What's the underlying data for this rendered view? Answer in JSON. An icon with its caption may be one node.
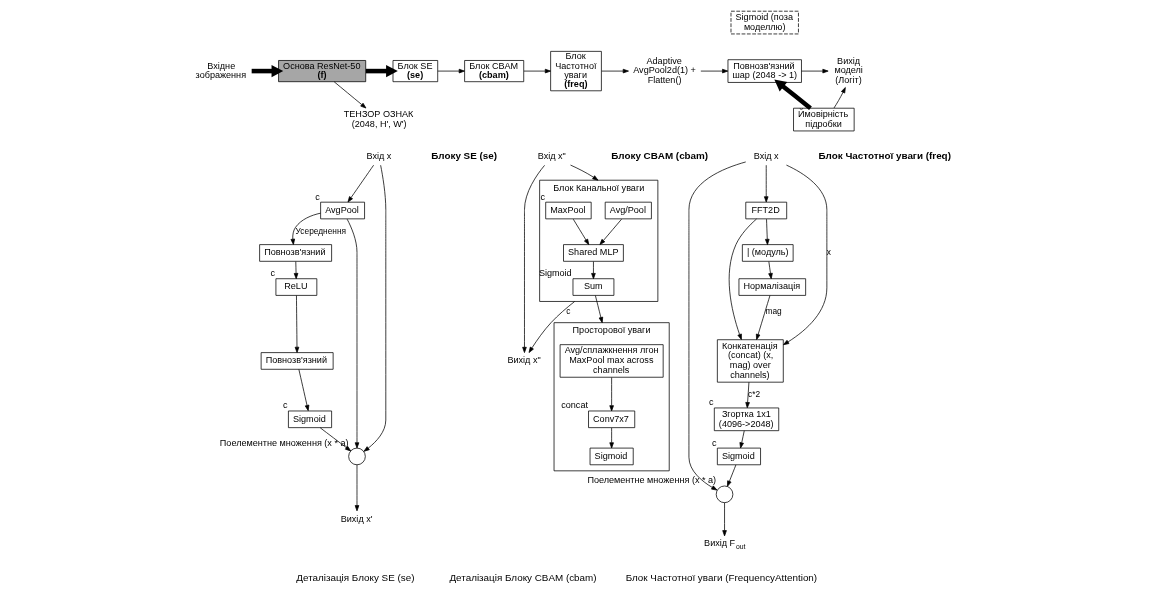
{
  "diagram": {
    "nodes": [
      {
        "text": [
          "Вхідне зображення"
        ]
      },
      {
        "text": [
          "Основа ResNet-50",
          "(f)"
        ]
      },
      {
        "text": [
          "ТЕНЗОР ОЗНАК (2048, H', W')"
        ]
      },
      {
        "text": [
          "Блок SE",
          "(se)"
        ]
      },
      {
        "text": [
          "Блок CBAM",
          "(cbam)"
        ]
      },
      {
        "text": [
          "Блок Частотної уваги",
          "(freq)"
        ]
      },
      {
        "text": [
          "Adaptive AvgPool2d(1) + Flatten()"
        ]
      },
      {
        "text": [
          "Повнозв'язний шар (2048 -> 1)"
        ]
      },
      {
        "text": [
          "Sigmoid (поза моделлю)"
        ]
      },
      {
        "text": [
          "Вихід моделі (Логіт)"
        ]
      },
      {
        "text": [
          "Ймовірність підробки"
        ]
      },
      {
        "text": [
          "Вхід x"
        ]
      },
      {
        "text": [
          "AvgPool"
        ],
        "beside": [
          "c"
        ]
      },
      {
        "text": [
          "Повнозв'язний"
        ]
      },
      {
        "text": [
          "ReLU"
        ],
        "beside": [
          "c"
        ]
      },
      {
        "text": [
          "Повнозв'язний"
        ]
      },
      {
        "text": [
          "Sigmoid"
        ],
        "beside": [
          "c"
        ]
      },
      {
        "text": [],
        "shape": "circle",
        "beside": [
          "Поелементне множення (x * a)"
        ]
      },
      {
        "text": [
          "Вихід x'"
        ]
      },
      {
        "text": [
          "Вхід x\""
        ]
      },
      {
        "text": [
          "Блок Канальної уваги"
        ]
      },
      {
        "text": [
          "Avg/Pool"
        ],
        "in": 20
      },
      {
        "text": [
          "MaxPool"
        ],
        "in": 20,
        "beside": [
          "c"
        ]
      },
      {
        "text": [
          "Shared MLP"
        ],
        "in": 20
      },
      {
        "text": [
          "Sum"
        ],
        "in": 20,
        "beside": [
          "Sigmoid"
        ]
      },
      {
        "text": [
          "Просторової уваги"
        ]
      },
      {
        "text": [
          "Avg/сплажкнення лгон MaxPool max across channels"
        ],
        "in": 25
      },
      {
        "text": [
          "Conv7x7"
        ],
        "in": 25,
        "beside": [
          "concat"
        ]
      },
      {
        "text": [
          "Sigmoid"
        ],
        "in": 25
      },
      {
        "text": [
          "Вихід x\""
        ]
      },
      {
        "text": [
          "Вхід x"
        ]
      },
      {
        "text": [
          "FFT2D"
        ]
      },
      {
        "text": [
          "| (модуль)"
        ]
      },
      {
        "text": [
          "Нормалізація"
        ]
      },
      {
        "text": [
          "Конкатенація (concat) (x, mag) over channels)"
        ]
      },
      {
        "text": [
          "Згортка 1x1 (4096->2048)"
        ],
        "beside": [
          "c"
        ]
      },
      {
        "text": [
          "Sigmoid"
        ],
        "beside": [
          "c"
        ]
      },
      {
        "text": [],
        "shape": "circle",
        "beside": [
          "Поелементне множення (x * a)"
        ]
      },
      {
        "text": [
          "Вихід F$_{out}$"
        ]
      }
    ],
    "edges": [
      {
        "from": 0,
        "to": 1,
        "arrow": "to",
        "style": "thick"
      },
      {
        "from": 1,
        "to": 2,
        "arrow": "to"
      },
      {
        "from": 1,
        "to": 3,
        "arrow": "to",
        "style": "thick"
      },
      {
        "from": 3,
        "to": 4,
        "arrow": "to"
      },
      {
        "from": 4,
        "to": 5,
        "arrow": "to"
      },
      {
        "from": 5,
        "to": 6,
        "arrow": "to"
      },
      {
        "from": 6,
        "to": 7,
        "arrow": "to"
      },
      {
        "from": 7,
        "to": 9,
        "arrow": "to"
      },
      {
        "from": 10,
        "to": 9,
        "arrow": "to"
      },
      {
        "from": 10,
        "to": 7,
        "arrow": "to",
        "style": "thick"
      },
      {
        "from": 11,
        "to": 12,
        "arrow": "to"
      },
      {
        "from": 12,
        "to": 13,
        "arrow": "to",
        "label": "Усереднення"
      },
      {
        "from": 13,
        "to": 14,
        "arrow": "to"
      },
      {
        "from": 14,
        "to": 15,
        "arrow": "to"
      },
      {
        "from": 15,
        "to": 16,
        "arrow": "to"
      },
      {
        "from": 16,
        "to": 17,
        "arrow": "to"
      },
      {
        "from": 11,
        "to": 17,
        "arrow": "to"
      },
      {
        "from": 12,
        "to": 17,
        "arrow": "to"
      },
      {
        "from": 17,
        "to": 18,
        "arrow": "to"
      },
      {
        "from": 19,
        "to": 20,
        "arrow": "to"
      },
      {
        "from": 21,
        "to": 23,
        "arrow": "to"
      },
      {
        "from": 22,
        "to": 23,
        "arrow": "to"
      },
      {
        "from": 23,
        "to": 24,
        "arrow": "to"
      },
      {
        "from": 24,
        "to": 25,
        "arrow": "to"
      },
      {
        "from": 26,
        "to": 27,
        "arrow": "to"
      },
      {
        "from": 27,
        "to": 28,
        "arrow": "to"
      },
      {
        "from": 19,
        "to": 29,
        "arrow": "to"
      },
      {
        "from": 20,
        "to": 29,
        "arrow": "to",
        "label": "c"
      },
      {
        "from": 30,
        "to": 31,
        "arrow": "to"
      },
      {
        "from": 31,
        "to": 32,
        "arrow": "to"
      },
      {
        "from": 32,
        "to": 33,
        "arrow": "to"
      },
      {
        "from": 33,
        "to": 34,
        "arrow": "to",
        "label": "mag"
      },
      {
        "from": 31,
        "to": 34,
        "arrow": "to"
      },
      {
        "from": 30,
        "to": 34,
        "arrow": "to",
        "label": "x"
      },
      {
        "from": 34,
        "to": 35,
        "arrow": "to",
        "label": "c*2"
      },
      {
        "from": 35,
        "to": 36,
        "arrow": "to"
      },
      {
        "from": 36,
        "to": 37,
        "arrow": "to"
      },
      {
        "from": 30,
        "to": 37,
        "arrow": "to"
      },
      {
        "from": 37,
        "to": 38,
        "arrow": "to"
      }
    ],
    "labels": [
      "Блоку SE (se)",
      "Блоку CBAM (cbam)",
      "Блок Частотної уваги (freq)",
      "Деталізація Блоку SE (se)",
      "Деталізація Блоку CBAM (cbam)",
      "Блок Частотної уваги (FrequencyAttention)"
    ]
  }
}
